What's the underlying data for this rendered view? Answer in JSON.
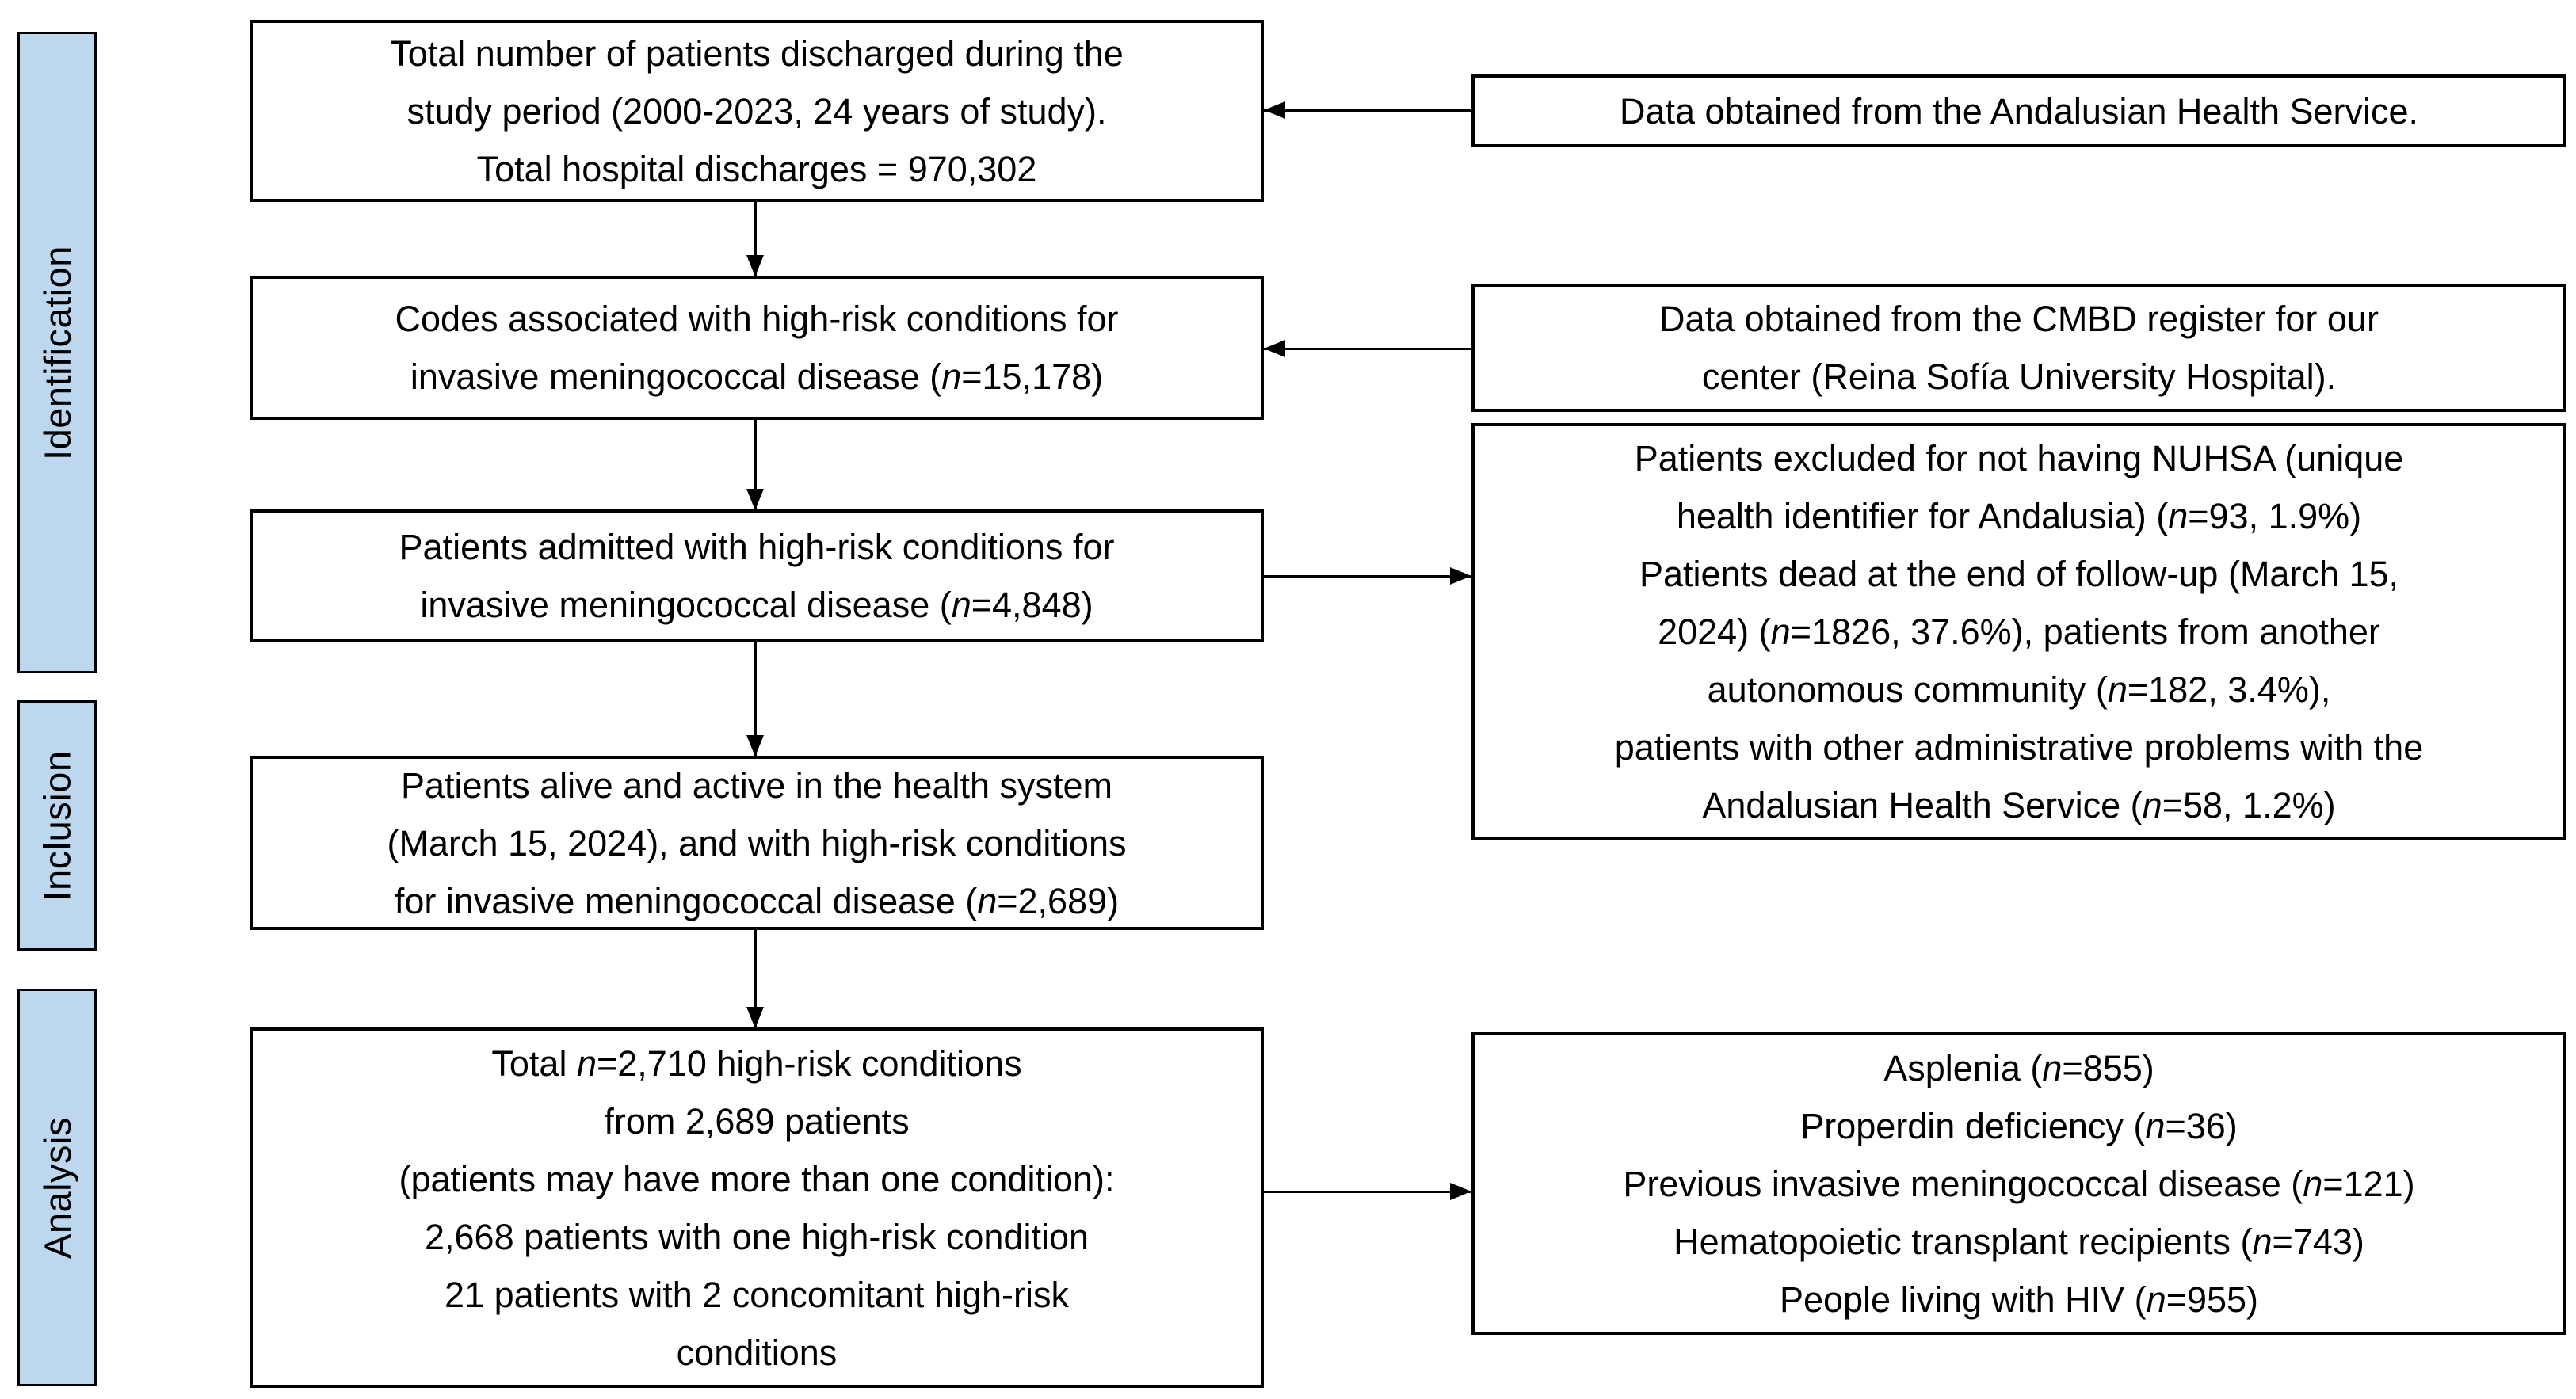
{
  "colors": {
    "stage_fill": "#bdd7ee",
    "box_border": "#000000",
    "text": "#000000",
    "background": "#ffffff"
  },
  "stages": [
    {
      "label": "Identification"
    },
    {
      "label": "Inclusion"
    },
    {
      "label": "Analysis"
    }
  ],
  "flow": {
    "discharges": {
      "lines": [
        "Total number of patients discharged during the",
        "study period (2000-2023, 24 years of study).",
        "Total hospital discharges = 970,302"
      ]
    },
    "codes": {
      "lines": [
        "Codes associated with high-risk conditions for",
        "invasive meningococcal disease (n=15,178)"
      ]
    },
    "admitted": {
      "lines": [
        "Patients admitted with high-risk conditions for",
        "invasive meningococcal disease (n=4,848)"
      ]
    },
    "alive": {
      "lines": [
        "Patients alive and active in the health system",
        "(March 15, 2024), and with high-risk conditions",
        "for invasive meningococcal disease (n=2,689)"
      ]
    },
    "analysis_total": {
      "lines": [
        "Total n=2,710 high-risk conditions",
        "from 2,689 patients",
        "(patients may have more than one condition):",
        "2,668 patients with one high-risk condition",
        "21 patients with 2 concomitant high-risk",
        "conditions"
      ]
    }
  },
  "side": {
    "andalusian_source": {
      "lines": [
        "Data obtained from the Andalusian Health Service."
      ]
    },
    "cmbd_source": {
      "lines": [
        "Data obtained from the CMBD register for our",
        "center (Reina Sofía University Hospital)."
      ]
    },
    "exclusions": {
      "lines": [
        "Patients excluded for not having NUHSA (unique",
        "health identifier for Andalusia) (n=93, 1.9%)",
        "Patients dead at the end of follow-up (March 15,",
        "2024) (n=1826, 37.6%), patients from another",
        "autonomous community (n=182, 3.4%),",
        "patients with other administrative problems with the",
        "Andalusian Health Service (n=58, 1.2%)"
      ]
    },
    "conditions": {
      "lines": [
        "Asplenia (n=855)",
        "Properdin deficiency (n=36)",
        "Previous invasive meningococcal disease (n=121)",
        "Hematopoietic transplant recipients (n=743)",
        "People living with HIV (n=955)"
      ]
    }
  }
}
